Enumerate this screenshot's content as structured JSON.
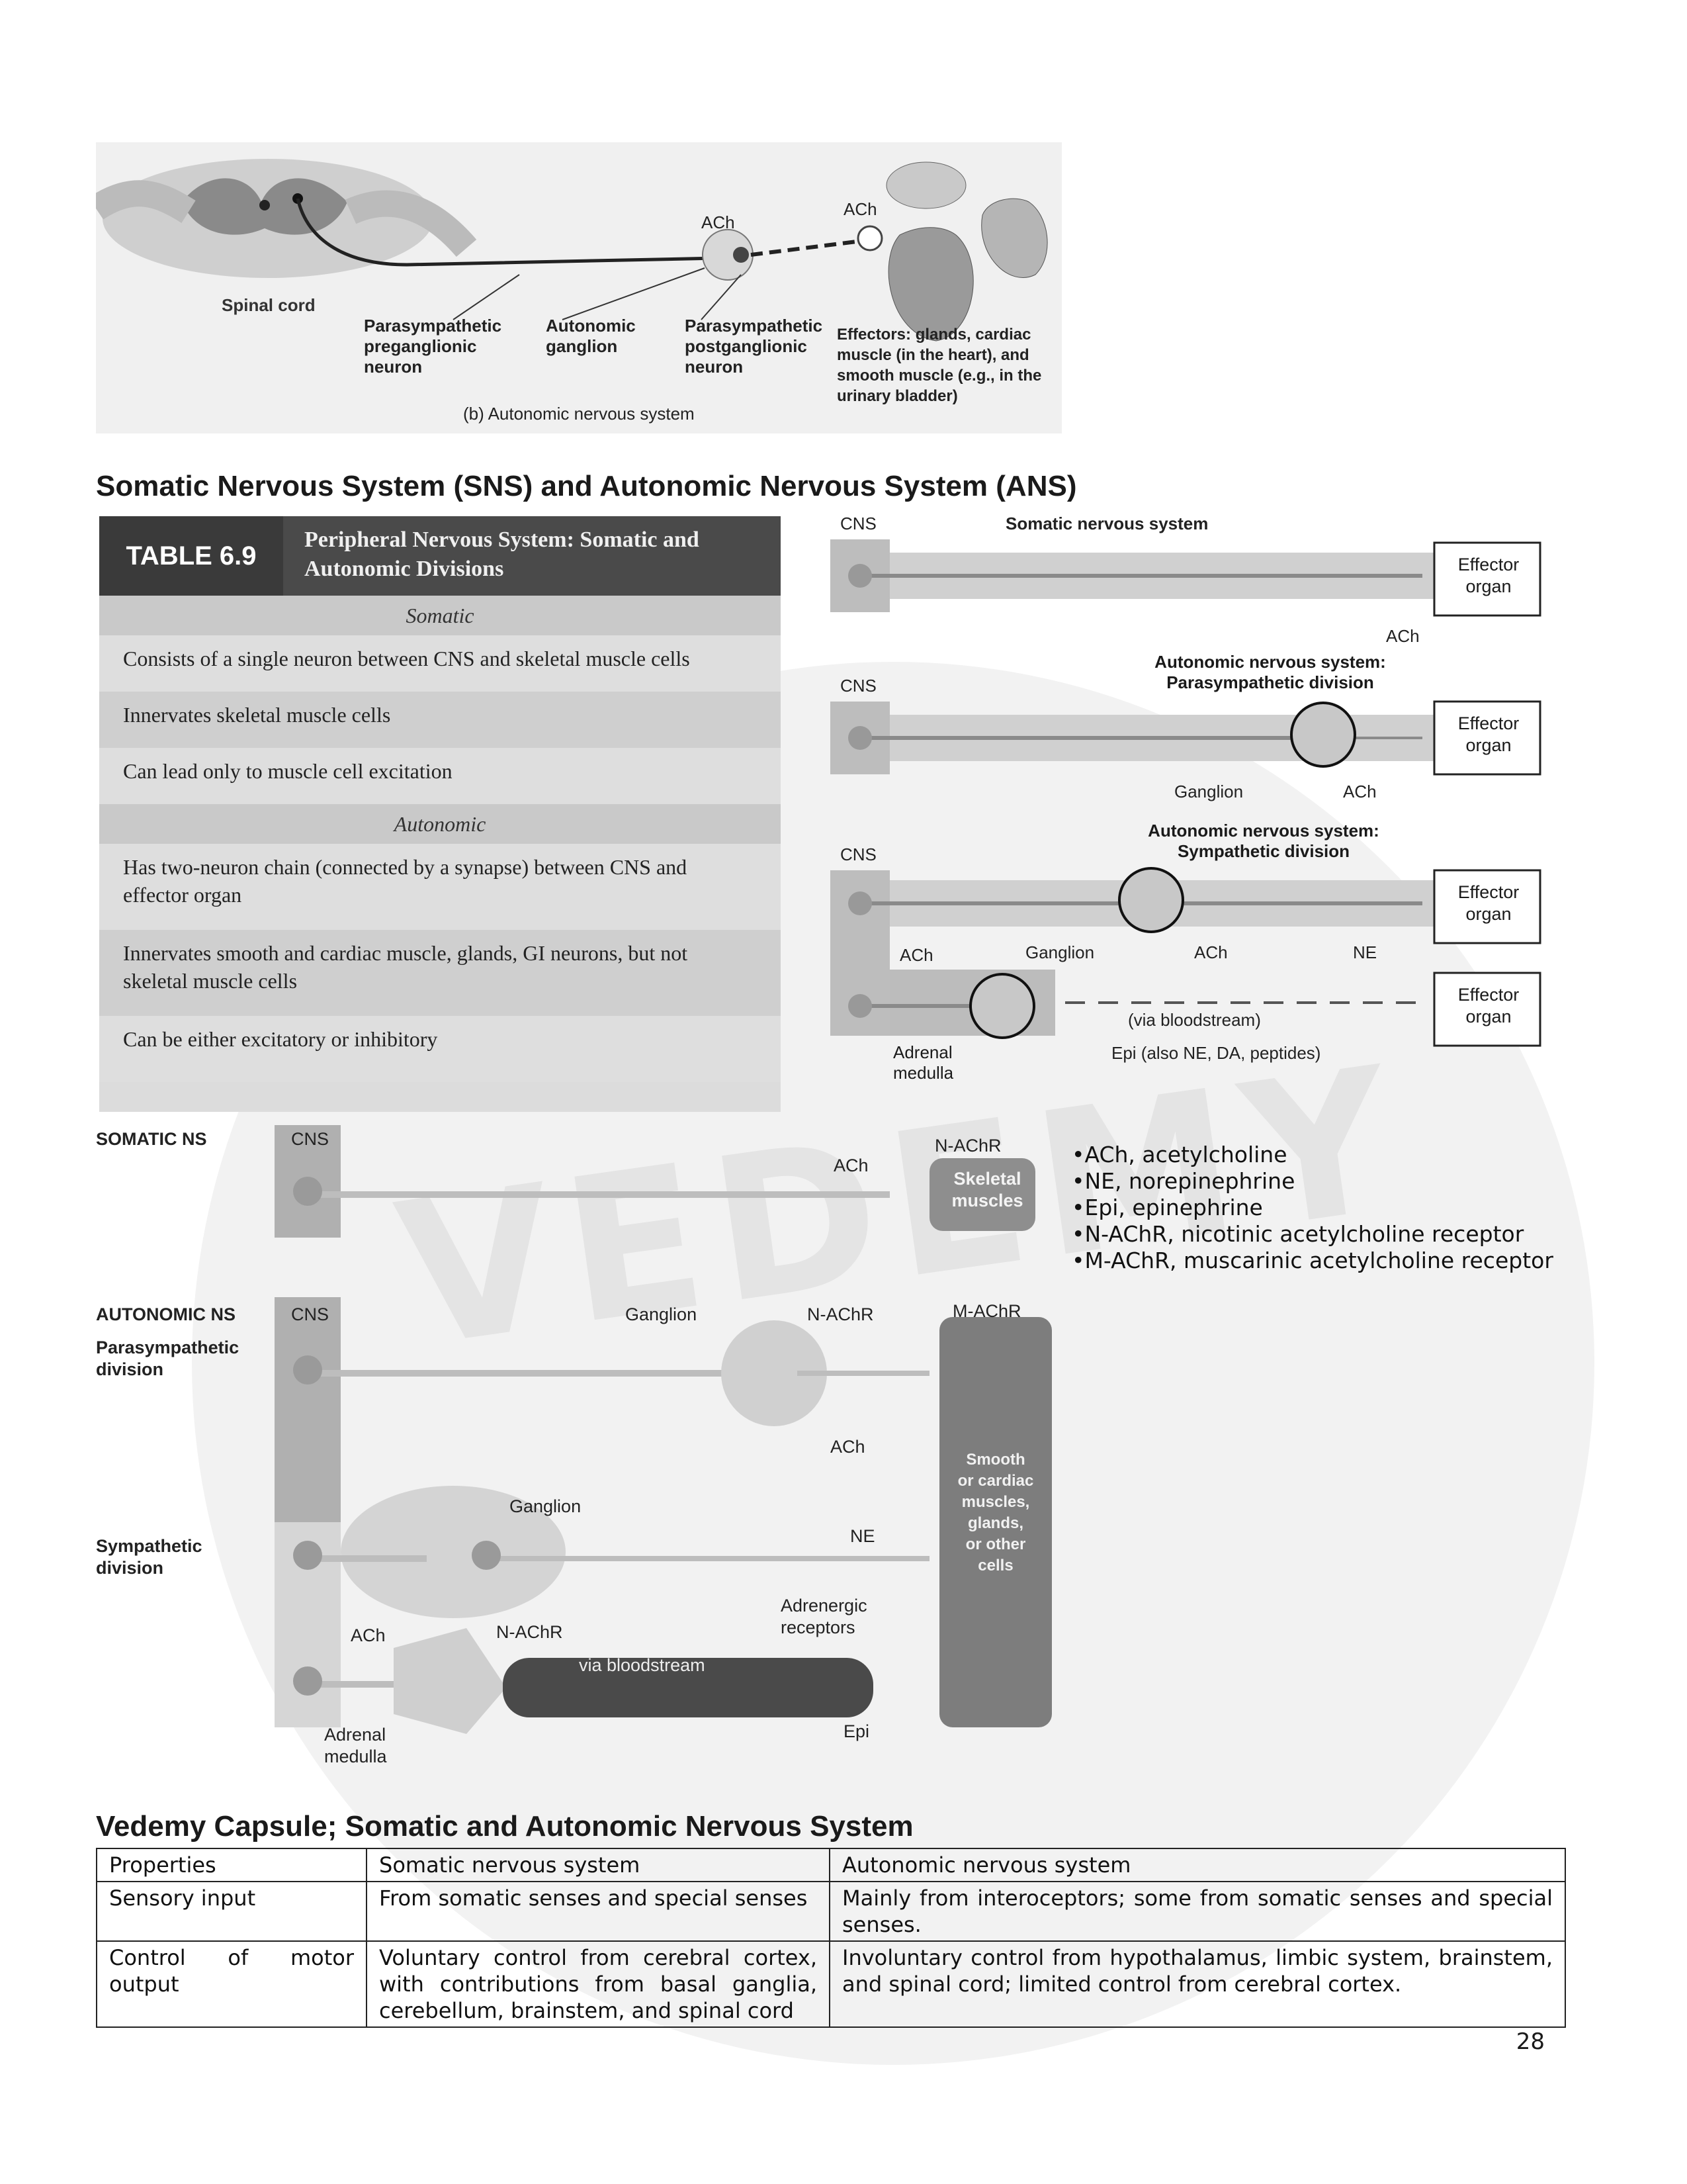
{
  "fig_top": {
    "labels": {
      "ach_ganglion": "ACh",
      "ach_effector": "ACh",
      "spinal_cord": "Spinal cord",
      "pre_neuron": "Parasympathetic\npreganglionic\nneuron",
      "ganglion": "Autonomic\nganglion",
      "post_neuron": "Parasympathetic\npostganglionic\nneuron",
      "effectors": "Effectors: glands, cardiac\nmuscle (in the heart), and\nsmooth muscle (e.g., in the\nurinary bladder)",
      "caption": "(b) Autonomic nervous system"
    }
  },
  "heading1": "Somatic Nervous System (SNS) and Autonomic Nervous System (ANS)",
  "table69": {
    "number": "TABLE 6.9",
    "title": "Peripheral Nervous System: Somatic and Autonomic Divisions",
    "somatic_label": "Somatic",
    "somatic_rows": [
      "Consists of a single neuron between CNS and skeletal muscle cells",
      "Innervates skeletal muscle cells",
      "Can lead only to muscle cell excitation"
    ],
    "autonomic_label": "Autonomic",
    "autonomic_rows": [
      "Has two-neuron chain (connected by a synapse) between CNS and effector organ",
      "Innervates smooth and cardiac muscle, glands, GI neurons, but not skeletal muscle cells",
      "Can be either excitatory or inhibitory"
    ]
  },
  "fig_right": {
    "cns": "CNS",
    "somatic_title": "Somatic nervous system",
    "effector": "Effector\norgan",
    "ach": "ACh",
    "para_title": "Autonomic nervous system:\nParasympathetic division",
    "ganglion": "Ganglion",
    "symp_title": "Autonomic nervous system:\nSympathetic division",
    "ne": "NE",
    "via_blood": "(via bloodstream)",
    "adrenal": "Adrenal\nmedulla",
    "epi": "Epi (also NE, DA, peptides)"
  },
  "fig_bottom": {
    "somatic_ns": "SOMATIC NS",
    "cns": "CNS",
    "ach": "ACh",
    "n_achr": "N-AChR",
    "skeletal": "Skeletal\nmuscles",
    "autonomic_ns": "AUTONOMIC NS",
    "para_div": "Parasympathetic\ndivision",
    "ganglion": "Ganglion",
    "m_achr": "M-AChR",
    "smooth": "Smooth\nor cardiac\nmuscles,\nglands,\nor other\ncells",
    "ne": "NE",
    "symp_div": "Sympathetic\ndivision",
    "adrenergic": "Adrenergic\nreceptors",
    "via_blood": "via bloodstream",
    "adrenal": "Adrenal\nmedulla",
    "epi": "Epi"
  },
  "legend": [
    "•ACh, acetylcholine",
    "•NE, norepinephrine",
    "•Epi, epinephrine",
    "•N-AChR, nicotinic acetylcholine receptor",
    "•M-AChR, muscarinic acetylcholine receptor"
  ],
  "heading2": "Vedemy Capsule; Somatic and Autonomic Nervous System",
  "capsule": {
    "headers": [
      "Properties",
      "Somatic nervous system",
      "Autonomic nervous system"
    ],
    "rows": [
      [
        "Sensory input",
        "From somatic senses and special senses",
        "Mainly from interoceptors; some from somatic senses and special senses."
      ],
      [
        "Control of motor output",
        "Voluntary control from cerebral cortex, with contributions from basal ganglia, cerebellum, brainstem, and spinal cord",
        "Involuntary control from hypothalamus, limbic system, brainstem, and spinal cord; limited control from cerebral cortex."
      ]
    ]
  },
  "watermark": "VEDEMY",
  "page_number": "28"
}
